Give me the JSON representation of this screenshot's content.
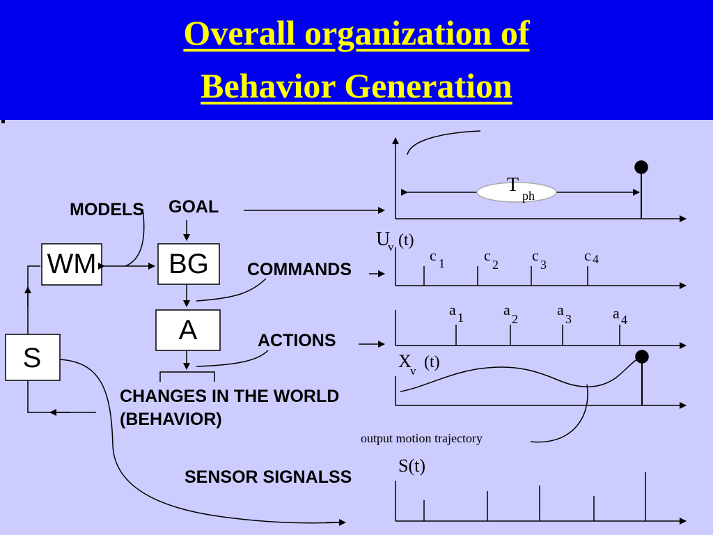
{
  "title": {
    "line1": "Overall organization of",
    "line2": "Behavior Generation"
  },
  "colors": {
    "header_bg": "#0000ee",
    "title_text": "#ffff00",
    "body_bg": "#ccccff"
  },
  "blocks": {
    "wm": "WM",
    "bg": "BG",
    "a": "A",
    "s": "S"
  },
  "labels": {
    "models": "MODELS",
    "goal": "GOAL",
    "commands": "COMMANDS",
    "actions": "ACTIONS",
    "changes_line1": "CHANGES IN THE WORLD",
    "changes_line2": "(BEHAVIOR)",
    "sensor_signals": "SENSOR SIGNALSS"
  },
  "plots": {
    "planning_horizon": {
      "symbol": "T",
      "subscript": "ph"
    },
    "commands": {
      "axis_label": "U",
      "axis_sub": "v",
      "axis_arg": "(t)",
      "ticks": [
        {
          "base": "c",
          "sub": "1"
        },
        {
          "base": "c",
          "sub": "2"
        },
        {
          "base": "c",
          "sub": "3"
        },
        {
          "base": "c",
          "sub": "4"
        }
      ]
    },
    "actions": {
      "ticks": [
        {
          "base": "a",
          "sub": "1"
        },
        {
          "base": "a",
          "sub": "2"
        },
        {
          "base": "a",
          "sub": "3"
        },
        {
          "base": "a",
          "sub": "4"
        }
      ]
    },
    "trajectory": {
      "axis_label": "X",
      "axis_sub": "v",
      "axis_arg": "(t)",
      "annotation": "output motion trajectory"
    },
    "sensor": {
      "axis_label": "S(t)"
    }
  }
}
